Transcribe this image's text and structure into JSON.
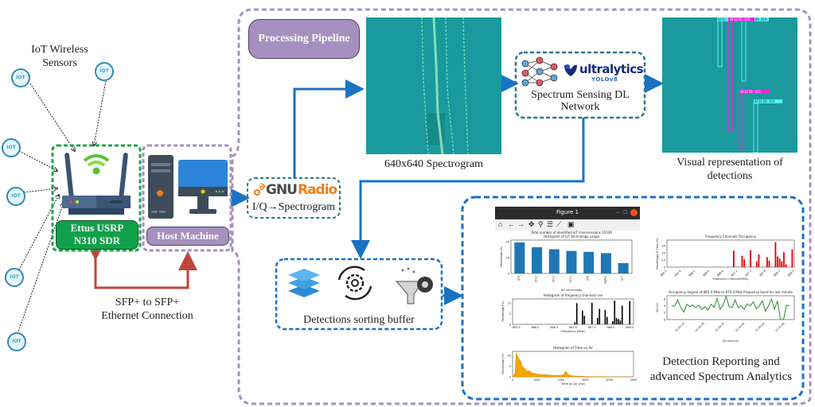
{
  "diagram": {
    "iot_sensors_label": "IoT Wireless\nSensors",
    "iot_badge_text": "IOT",
    "sdr_label_line1": "Ettus USRP",
    "sdr_label_line2": "N310 SDR",
    "host_label": "Host Machine",
    "connection_label_line1": "SFP+ to SFP+",
    "connection_label_line2": "Ethernet Connection",
    "pipeline_title": "Processing Pipeline",
    "gnuradio_logo_gnu": "GNU",
    "gnuradio_logo_radio": "Radio",
    "gnuradio_caption": "I/Q→Spectrogram",
    "spectrogram_caption": "640x640 Spectrogram",
    "dl_logo_name": "ultralytics",
    "dl_logo_sub": "YOLOv8",
    "dl_caption_line1": "Spectrum Sensing DL",
    "dl_caption_line2": "Network",
    "detections_caption_line1": "Visual representation of",
    "detections_caption_line2": "detections",
    "detection_labels": [
      "SF11",
      "SF12 ID: 320",
      "ID: 319",
      "SF12 ID: 322",
      "SF11 ID: 321"
    ],
    "buffer_caption": "Detections sorting buffer",
    "analytics_caption_line1": "Detection Reporting and",
    "analytics_caption_line2": "advanced Spectrum Analytics",
    "figure_window_title": "Figure 1",
    "figure_toolbar_icons": [
      "home-icon",
      "back-icon",
      "forward-icon",
      "pan-icon",
      "zoom-icon",
      "configure-icon",
      "edit-axes-icon",
      "save-icon"
    ]
  },
  "colors": {
    "green_box": "#1fa54a",
    "purple_box": "#a690bf",
    "blue_arrow": "#1a72c4",
    "red_arrow": "#c0443a",
    "teal_dash": "#2a7a8c",
    "spectrogram": "#1a9a9c"
  },
  "chart_data": [
    {
      "type": "bar",
      "title": "Total number of identified IoT transmissions 31036\nHistogram of IoT technology usage",
      "xlabel": "IoT technology",
      "ylabel": "Percentage (%)",
      "categories": [
        "SF9",
        "SF12",
        "SF10",
        "SF11",
        "SF8",
        "Sigfox",
        "SF7"
      ],
      "values": [
        19.5,
        16.5,
        15.2,
        14.2,
        13.6,
        12.8,
        6.5
      ],
      "ylim": [
        0,
        21
      ],
      "yticks": [
        "0",
        "10",
        "20"
      ],
      "color": "#1f77b4"
    },
    {
      "type": "bar",
      "title": "Histogram of frequency channels use",
      "xlabel": "Frequency (MHz)",
      "ylabel": "Percentage (%)",
      "xticks": [
        "865.5",
        "866.0",
        "866.5",
        "867.0",
        "867.5",
        "868.0",
        "868.5"
      ],
      "x": [
        867.05,
        867.1,
        867.25,
        867.3,
        867.5,
        867.65,
        867.7,
        867.85,
        867.9,
        868.05,
        868.1,
        868.15,
        868.2,
        868.25,
        868.3,
        868.5
      ],
      "values": [
        1,
        10,
        6.5,
        4,
        10.2,
        3,
        7.3,
        6.8,
        3.5,
        1.5,
        11.2,
        3,
        2.5,
        1.8,
        8.8,
        11
      ],
      "xlim": [
        865.4,
        868.6
      ],
      "ylim": [
        0,
        12
      ],
      "yticks": [
        "0",
        "5",
        "10"
      ],
      "color": "#000000"
    },
    {
      "type": "area",
      "title": "Histogram of Time on Air",
      "xlabel": "Time on Air (ms)",
      "ylabel": "Percentage (%)",
      "xticks": [
        "0",
        "1000",
        "2000",
        "3000",
        "4000",
        "5000"
      ],
      "x": [
        0,
        100,
        150,
        200,
        250,
        300,
        350,
        400,
        500,
        600,
        700,
        800,
        900,
        1000,
        1200,
        1400,
        1600,
        1800,
        2000,
        2100,
        2200,
        2300,
        2400,
        2600,
        2800,
        3000,
        3500,
        4000,
        5000
      ],
      "values": [
        0,
        2,
        11.5,
        10,
        9,
        8,
        7,
        5,
        4,
        2.7,
        2.8,
        2,
        1.6,
        1.3,
        1.1,
        1,
        0.8,
        0.7,
        0.8,
        1,
        2.8,
        1.2,
        0.6,
        0.4,
        0.3,
        0.2,
        0.1,
        0.05,
        0
      ],
      "xlim": [
        0,
        5000
      ],
      "ylim": [
        0,
        12
      ],
      "yticks": [
        "0",
        "5",
        "10"
      ],
      "color": "#f5a500"
    },
    {
      "type": "bar",
      "title": "Frequency Channels Occupancy",
      "xlabel": "Frequency Channel(MHz)",
      "ylabel": "Percentage of Time (%)",
      "xticks": [
        "865.5",
        "865.8",
        "866.1",
        "866.4",
        "866.8",
        "867.2",
        "867.5",
        "867.8",
        "868.1",
        "868.5"
      ],
      "x": [
        867.1,
        867.3,
        867.35,
        867.5,
        867.65,
        867.7,
        867.9,
        867.95,
        868.1,
        868.15,
        868.2,
        868.25,
        868.3,
        868.35,
        868.5
      ],
      "values": [
        23,
        16,
        11,
        24,
        8,
        18,
        14,
        9,
        35,
        15,
        12,
        8,
        21,
        4,
        25
      ],
      "xlim": [
        865.5,
        868.55
      ],
      "ylim": [
        0,
        38
      ],
      "yticks": [
        "0",
        "10",
        "20",
        "30"
      ],
      "color": "#e00000"
    },
    {
      "type": "line",
      "title": "Occupancy degree of 865.0 MHz to 870.0 MHz frequency band for last minute",
      "xlabel": "(hh:mm:ss)",
      "ylabel": "OD (%)",
      "xticks": [
        "14:30:10",
        "14:30:20",
        "14:30:30",
        "14:30:40",
        "14:30:50",
        "14:31:00"
      ],
      "values": [
        4,
        4,
        5.8,
        3.5,
        2.2,
        4.5,
        3.8,
        4.3,
        3.5,
        4.2,
        3,
        3.8,
        2.8,
        4.5,
        3.5,
        6.2,
        3,
        4.2,
        6.8,
        3.8,
        3.5,
        5.8,
        3.5,
        4,
        3,
        4.6,
        4,
        5.2,
        3.2,
        4,
        5.5,
        2.5,
        4,
        6,
        3,
        5.5,
        0,
        0,
        4.2,
        4
      ],
      "ylim": [
        0,
        7
      ],
      "yticks": [
        "0",
        "2",
        "4",
        "6"
      ],
      "color": "#2a8a2a"
    }
  ]
}
